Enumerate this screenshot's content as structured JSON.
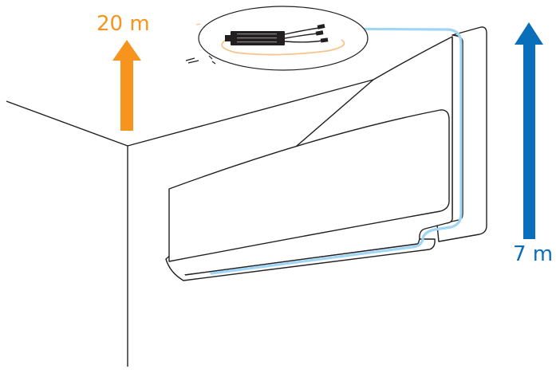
{
  "labels": {
    "orange_height": "20 m",
    "blue_height": "7 m"
  },
  "colors": {
    "orange": "#f7941d",
    "blue": "#0a6fba",
    "pipe": "#9fd6f5",
    "line": "#231f20",
    "device": "#231f20"
  },
  "icons": {
    "up_arrow_orange": "arrow-up",
    "up_arrow_blue": "arrow-up",
    "wifi_module": "adapter-device"
  }
}
